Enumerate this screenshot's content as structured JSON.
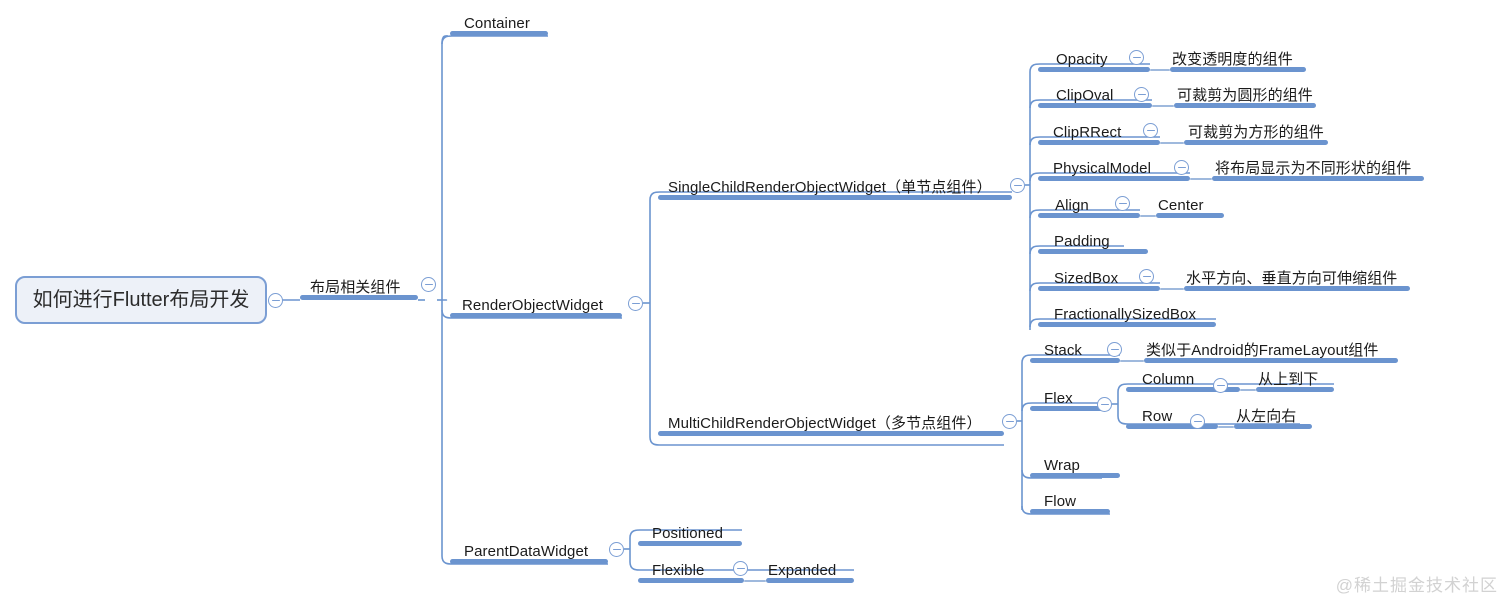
{
  "diagram": {
    "type": "mindmap",
    "title": "如何进行Flutter布局开发",
    "watermark": "@稀土掘金技术社区",
    "accent_color": "#6b94cf",
    "root_fill": "#edf1f8",
    "root_border": "#7b9ed4",
    "text_color": "#1b1b1b"
  },
  "root": {
    "label": "如何进行Flutter布局开发"
  },
  "nodes": {
    "layout_related": "布局相关组件",
    "render_object_widget": "RenderObjectWidget",
    "parent_data_widget": "ParentDataWidget",
    "container": "Container",
    "single_child": "SingleChildRenderObjectWidget（单节点组件）",
    "multi_child": "MultiChildRenderObjectWidget（多节点组件）",
    "opacity": "Opacity",
    "opacity_desc": "改变透明度的组件",
    "clipoval": "ClipOval",
    "clipoval_desc": "可裁剪为圆形的组件",
    "cliprrect": "ClipRRect",
    "cliprrect_desc": "可裁剪为方形的组件",
    "physicalmodel": "PhysicalModel",
    "physicalmodel_desc": "将布局显示为不同形状的组件",
    "align": "Align",
    "align_desc": "Center",
    "padding": "Padding",
    "sizedbox": "SizedBox",
    "sizedbox_desc": "水平方向、垂直方向可伸缩组件",
    "fractionallysizedbox": "FractionallySizedBox",
    "stack": "Stack",
    "stack_desc": "类似于Android的FrameLayout组件",
    "flex": "Flex",
    "column": "Column",
    "column_desc": "从上到下",
    "row": "Row",
    "row_desc": "从左向右",
    "wrap": "Wrap",
    "flow": "Flow",
    "positioned": "Positioned",
    "flexible": "Flexible",
    "flexible_desc": "Expanded"
  }
}
